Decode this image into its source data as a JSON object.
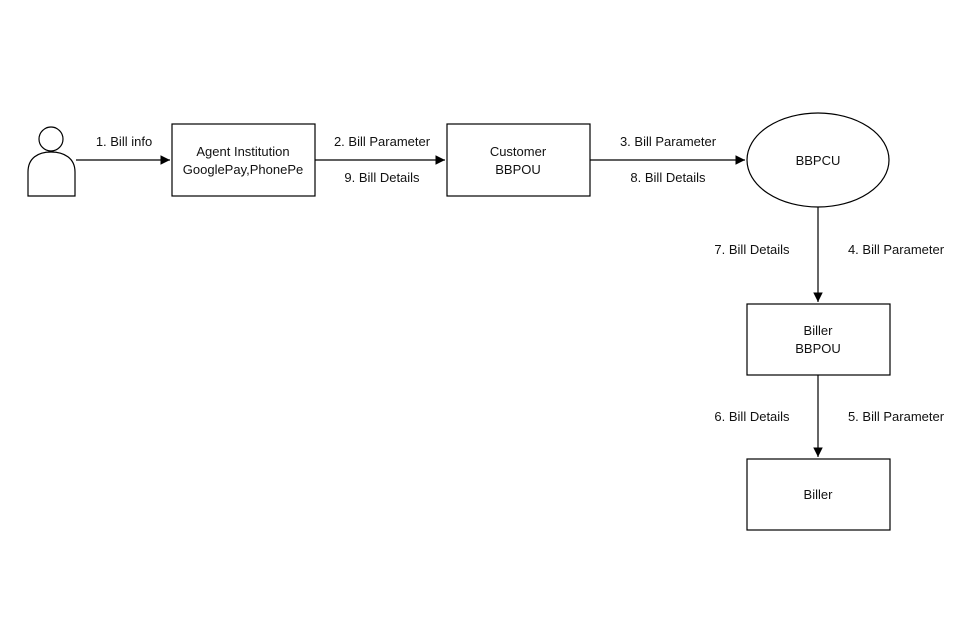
{
  "diagram": {
    "nodes": {
      "user": {
        "icon": "person-icon"
      },
      "agent_institution": {
        "line1": "Agent Institution",
        "line2": "GooglePay,PhonePe"
      },
      "customer_bbpou": {
        "line1": "Customer",
        "line2": "BBPOU"
      },
      "bbpcu": {
        "label": "BBPCU"
      },
      "biller_bbpou": {
        "line1": "Biller",
        "line2": "BBPOU"
      },
      "biller": {
        "label": "Biller"
      }
    },
    "edges": {
      "e1": "1. Bill info",
      "e2": "2. Bill Parameter",
      "e9": "9. Bill Details",
      "e3": "3. Bill Parameter",
      "e8": "8. Bill Details",
      "e7": "7. Bill Details",
      "e4": "4. Bill Parameter",
      "e6": "6. Bill Details",
      "e5": "5. Bill Parameter"
    }
  }
}
